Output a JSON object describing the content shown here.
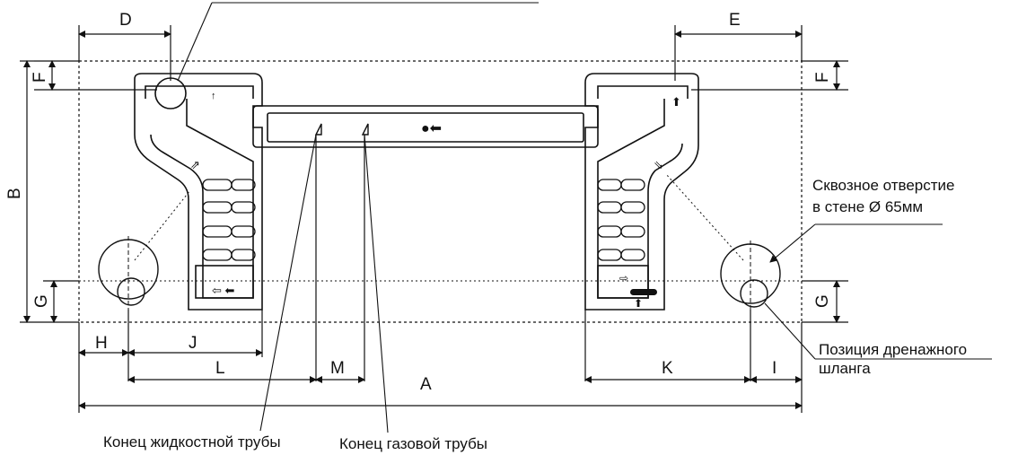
{
  "dimensions": {
    "A": "A",
    "B": "B",
    "D": "D",
    "E": "E",
    "F": "F",
    "G": "G",
    "H": "H",
    "I": "I",
    "J": "J",
    "K": "K",
    "L": "L",
    "M": "M"
  },
  "annotations": {
    "wall_hole_line1": "Сквозное отверстие",
    "wall_hole_line2": "в стене Ø 65мм",
    "drain_line1": "Позиция дренажного",
    "drain_line2": "шланга",
    "liquid_pipe": "Конец жидкостной трубы",
    "gas_pipe": "Конец газовой трубы"
  },
  "colors": {
    "line": "#111111",
    "background": "#ffffff"
  }
}
